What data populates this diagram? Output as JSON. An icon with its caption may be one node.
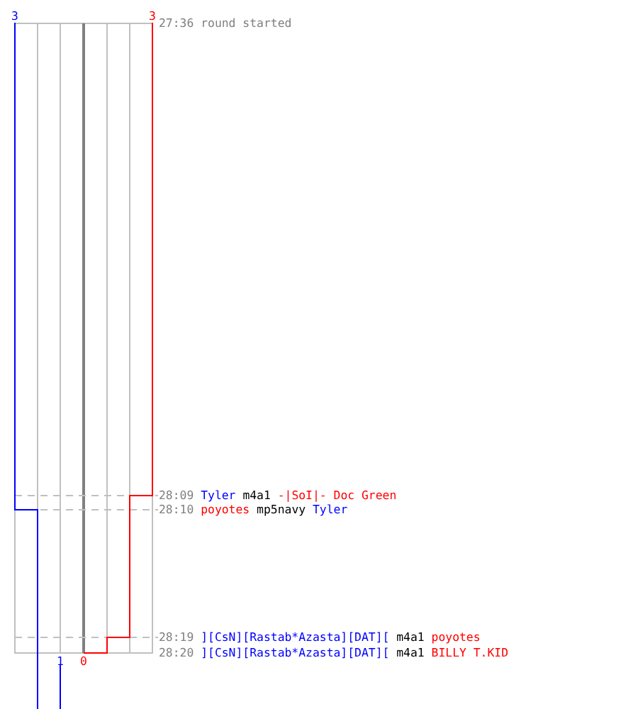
{
  "diagram": {
    "labels": [
      "3",
      "3",
      "27:36",
      "round started",
      "28:09",
      "Tyler",
      "m4a1",
      "-|SoI|- Doc Green",
      "28:10",
      "poyotes",
      "mp5navy",
      "Tyler",
      "28:19",
      "][CsN][Rastab*Azasta][DAT][",
      "m4a1",
      "poyotes",
      "28:20",
      "][CsN][Rastab*Azasta][DAT][",
      "m4a1",
      "BILLY T.KID",
      "1",
      "0"
    ]
  }
}
